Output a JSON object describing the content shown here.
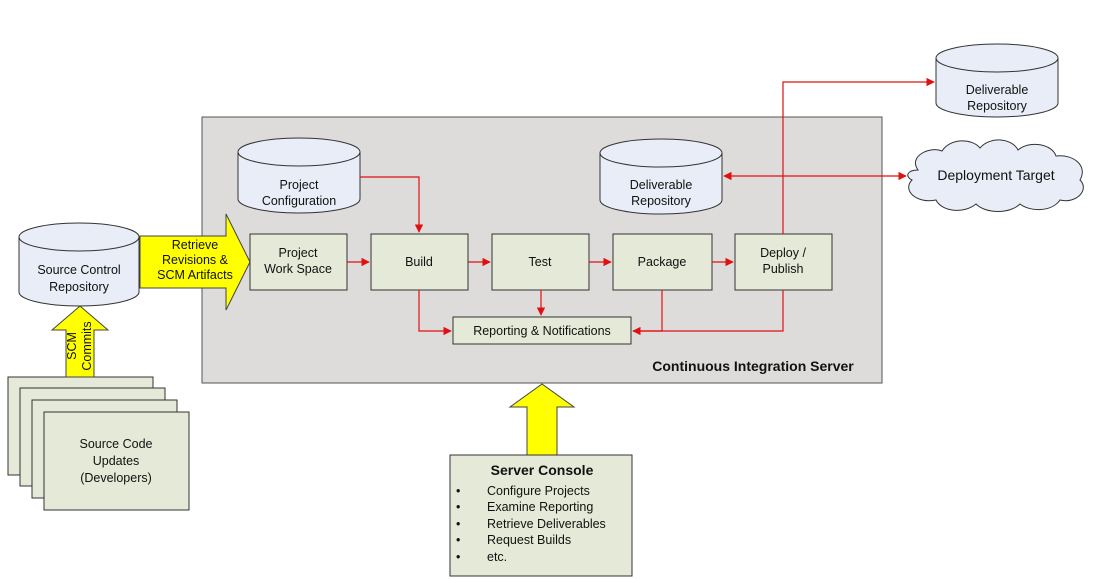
{
  "server": {
    "title": "Continuous Integration Server"
  },
  "repositories": {
    "source_control": [
      "Source Control",
      "Repository"
    ],
    "project_config": [
      "Project",
      "Configuration"
    ],
    "deliverable_inner": [
      "Deliverable",
      "Repository"
    ],
    "deliverable_outer": [
      "Deliverable",
      "Repository"
    ]
  },
  "arrows": {
    "retrieve": [
      "Retrieve",
      "Revisions &",
      "SCM Artifacts"
    ],
    "scm_commits": [
      "SCM",
      "Commits"
    ]
  },
  "stages": {
    "workspace": [
      "Project",
      "Work Space"
    ],
    "build": "Build",
    "test": "Test",
    "package": "Package",
    "deploy": [
      "Deploy /",
      "Publish"
    ]
  },
  "reporting": "Reporting & Notifications",
  "deployment_target": "Deployment Target",
  "source_updates": [
    "Source Code",
    "Updates",
    "(Developers)"
  ],
  "console": {
    "title": "Server Console",
    "items": [
      "Configure Projects",
      "Examine Reporting",
      "Retrieve Deliverables",
      "Request Builds",
      "etc."
    ]
  },
  "colors": {
    "server_bg": "#dddcdb",
    "box_fill": "#e5e9d7",
    "cylinder_fill": "#e8edf7",
    "yellow": "#ffff00",
    "flow_arrow": "#e01010"
  }
}
